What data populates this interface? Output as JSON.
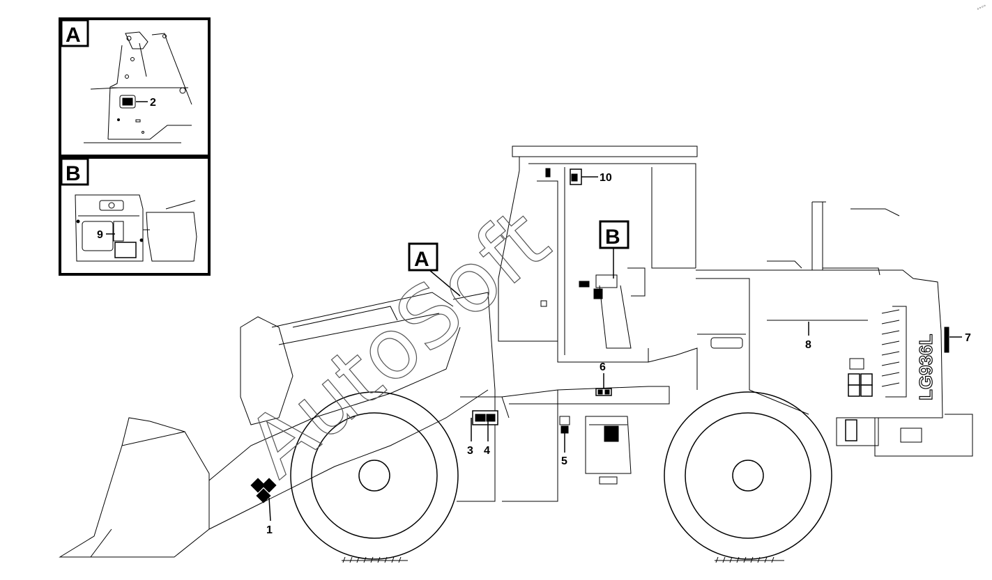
{
  "diagram": {
    "model_marking": "LG936L",
    "watermark": "AutoSoft",
    "corner_mark": "°°°°",
    "detail_boxes": [
      {
        "letter": "A",
        "callouts": [
          "2"
        ]
      },
      {
        "letter": "B",
        "callouts": [
          "9"
        ]
      }
    ],
    "view_markers": [
      "A",
      "B"
    ],
    "callouts": [
      "1",
      "2",
      "3",
      "4",
      "5",
      "6",
      "7",
      "8",
      "9",
      "10"
    ]
  }
}
